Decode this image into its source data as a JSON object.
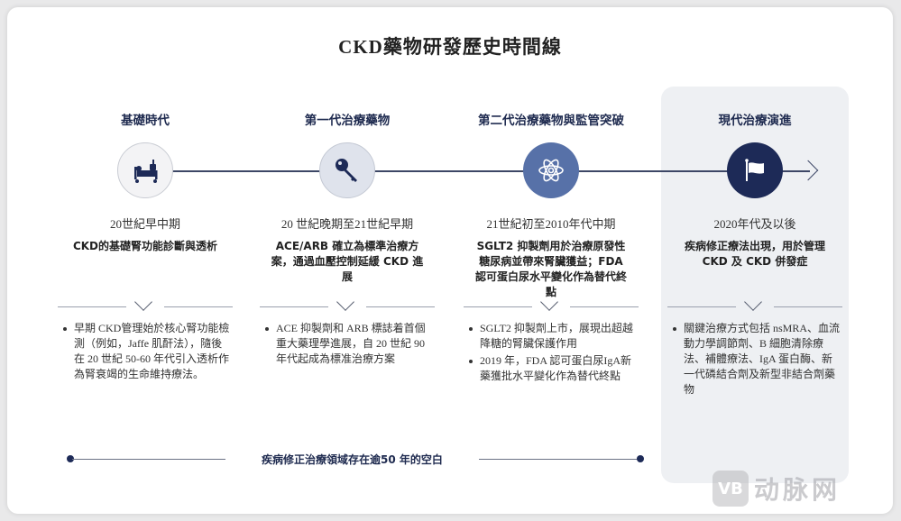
{
  "title": "CKD藥物研發歷史時間線",
  "colors": {
    "navy": "#1d2a57",
    "mid_blue": "#5771a8",
    "light_blue": "#dfe3ec",
    "panel_bg": "#eef0f3",
    "line": "#3d4766"
  },
  "stages": [
    {
      "heading": "基礎時代",
      "icon": "hospital-bed-icon",
      "period": "20世紀早中期",
      "summary": "CKD的基礎腎功能診斷與透析",
      "bullets": [
        "早期 CKD管理始於核心腎功能檢測（例如，Jaffe 肌酐法），隨後在 20 世紀 50-60 年代引入透析作為腎衰竭的生命維持療法。"
      ]
    },
    {
      "heading": "第一代治療藥物",
      "icon": "key-icon",
      "period": "20 世紀晚期至21世紀早期",
      "summary": "ACE/ARB 確立為標準治療方案，通過血壓控制延緩 CKD 進展",
      "bullets": [
        "ACE 抑製劑和 ARB 標誌着首個重大藥理學進展，自 20 世紀 90 年代起成為標准治療方案"
      ]
    },
    {
      "heading": "第二代治療藥物與監管突破",
      "icon": "atom-icon",
      "period": "21世紀初至2010年代中期",
      "summary": "SGLT2 抑製劑用於治療原發性糖尿病並帶來腎臟獲益；FDA 認可蛋白尿水平變化作為替代終點",
      "bullets": [
        "SGLT2 抑製劑上市，展現出超越降糖的腎臟保護作用",
        "2019 年，FDA 認可蛋白尿IgA新藥獲批水平變化作為替代終點"
      ]
    },
    {
      "heading": "現代治療演進",
      "icon": "flag-icon",
      "period": "2020年代及以後",
      "summary": "疾病修正療法出現，用於管理 CKD 及 CKD 併發症",
      "bullets": [
        "關鍵治療方式包括 nsMRA、血流動力學調節劑、B 細胞清除療法、補體療法、IgA 蛋白酶、新一代磷結合劑及新型非結合劑藥物"
      ]
    }
  ],
  "bottom_bar": {
    "text": "疾病修正治療領域存在逾50 年的空白"
  },
  "watermark": {
    "logo": "VB",
    "text": "动脉网"
  }
}
